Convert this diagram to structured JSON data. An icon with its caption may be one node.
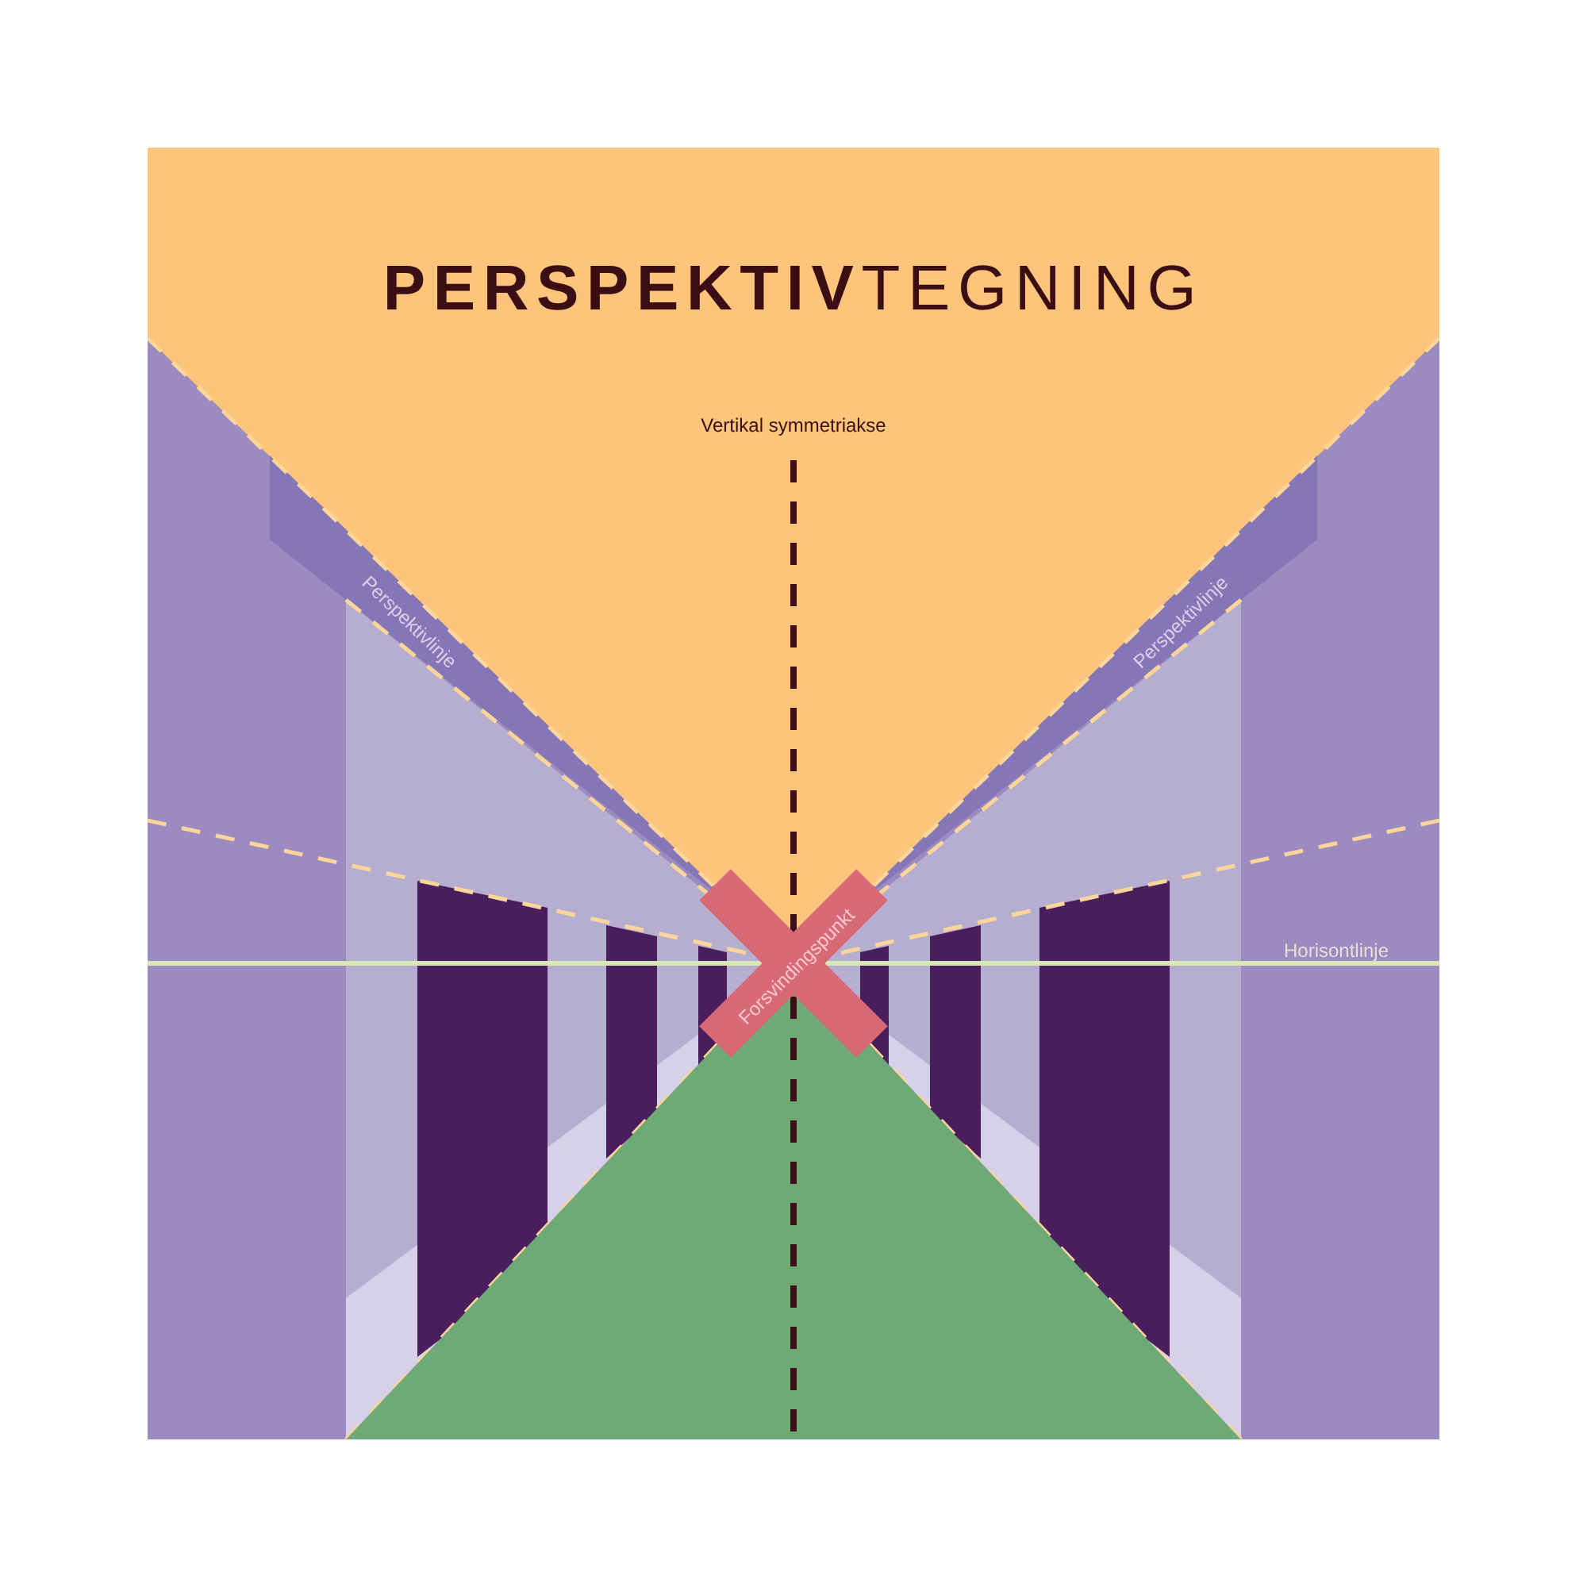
{
  "diagram": {
    "title": "**PERSPEKTIV**TEGNING",
    "labels": [
      "Vertikal symmetriakse",
      "Perspektivlinje",
      "Perspektivlinje",
      "Horisontlinje",
      "Forsvindingspunkt"
    ]
  }
}
